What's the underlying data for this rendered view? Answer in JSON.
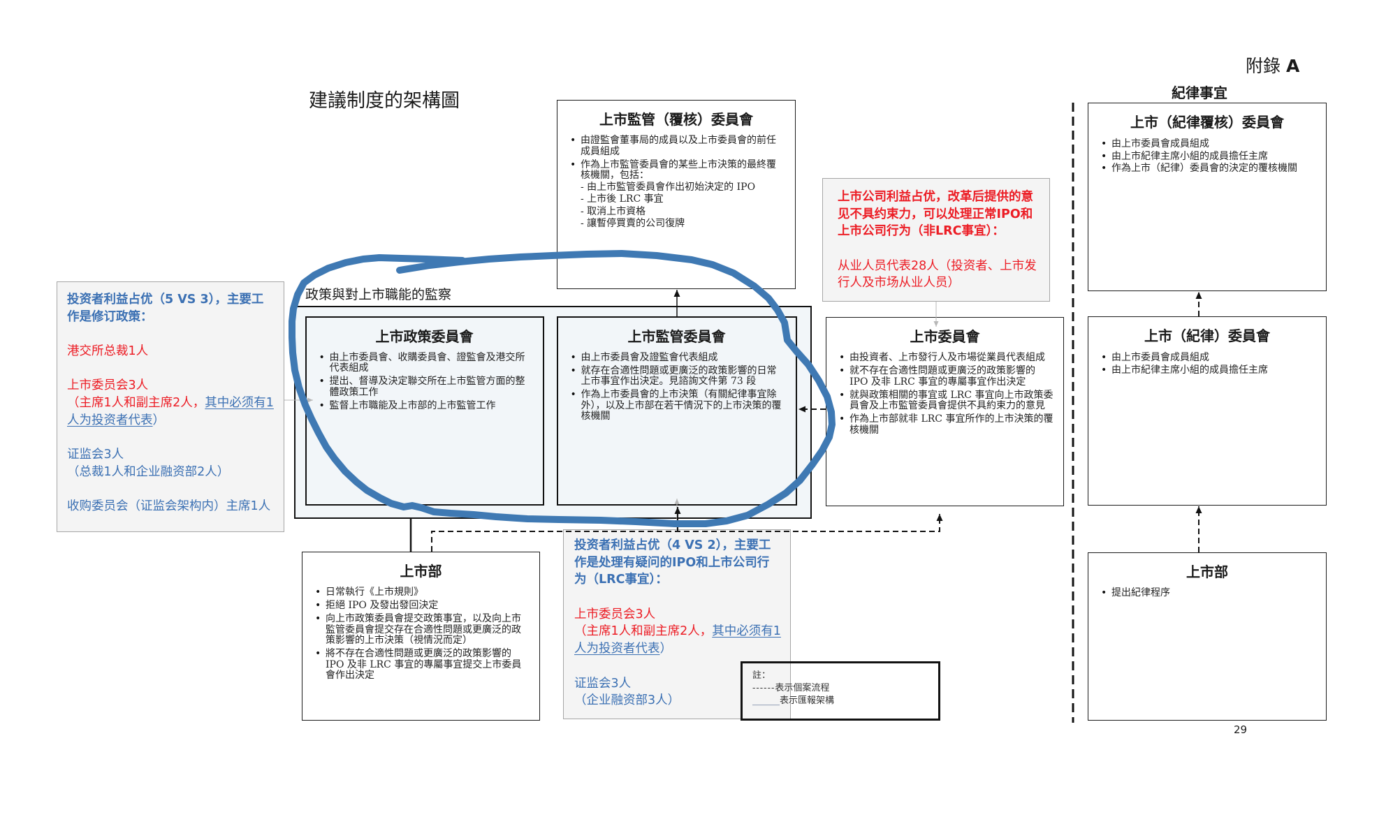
{
  "page": {
    "appendix_label": "附錄",
    "appendix_letter": "A",
    "title": "建議制度的架構圖",
    "page_number": "29"
  },
  "colors": {
    "annotation_stroke": "#3f79b3",
    "note_text_blue": "#3b70b3",
    "note_text_red": "#ec1c24",
    "note_background": "#f4f4f4",
    "note_border": "#a5a5a5",
    "policy_group_background": "#f2f6f9",
    "box_border": "#1a1a1a"
  },
  "headings": {
    "discipline_matters": "紀律事宜",
    "policy_group": "政策與對上市職能的監察"
  },
  "boxes": {
    "listing_review_committee": {
      "title": "上市監管（覆核）委員會",
      "bullets": [
        "由證監會董事局的成員以及上市委員會的前任成員組成",
        "作為上市監管委員會的某些上市決策的最終覆核機關，包括："
      ],
      "sub_items": [
        "- 由上市監管委員會作出初始決定的 IPO",
        "- 上市後 LRC 事宜",
        "- 取消上市資格",
        "- 讓暫停買賣的公司復牌"
      ]
    },
    "listing_policy_committee": {
      "title": "上市政策委員會",
      "bullets": [
        "由上市委員會、收購委員會、證監會及港交所代表組成",
        "提出、督導及決定聯交所在上市監管方面的整體政策工作",
        "監督上市職能及上市部的上市監管工作"
      ]
    },
    "listing_regulatory_committee": {
      "title": "上市監管委員會",
      "bullets": [
        "由上市委員會及證監會代表組成",
        "就存在合適性問題或更廣泛的政策影響的日常上市事宜作出決定。見諮詢文件第 73 段",
        "作為上市委員會的上市決策（有關紀律事宜除外），以及上市部在若干情況下的上市決策的覆核機關"
      ]
    },
    "listing_committee": {
      "title": "上市委員會",
      "bullets": [
        "由投資者、上市發行人及市場從業員代表組成",
        "就不存在合適性問題或更廣泛的政策影響的IPO 及非 LRC 事宜的專屬事宜作出決定",
        "就與政策相關的事宜或 LRC 事宜向上市政策委員會及上市監管委員會提供不具約束力的意見",
        "作為上市部就非 LRC 事宜所作的上市決策的覆核機關"
      ]
    },
    "listing_department": {
      "title": "上市部",
      "bullets": [
        "日常執行《上市規則》",
        "拒絕 IPO 及發出發回決定",
        "向上市政策委員會提交政策事宜，以及向上市監管委員會提交存在合適性問題或更廣泛的政策影響的上市決策（視情況而定）",
        "將不存在合適性問題或更廣泛的政策影響的IPO 及非 LRC 事宜的專屬事宜提交上市委員會作出決定"
      ]
    },
    "disciplinary_review_committee": {
      "title": "上市（紀律覆核）委員會",
      "bullets": [
        "由上市委員會成員組成",
        "由上市紀律主席小組的成員擔任主席",
        "作為上市（紀律）委員會的決定的覆核機關"
      ]
    },
    "disciplinary_committee": {
      "title": "上市（紀律）委員會",
      "bullets": [
        "由上市委員會成員組成",
        "由上市紀律主席小組的成員擔任主席"
      ]
    },
    "listing_department_discipline": {
      "title": "上市部",
      "bullets": [
        "提出紀律程序"
      ]
    }
  },
  "legend": {
    "heading": "註：",
    "items": [
      {
        "symbol": "------",
        "label": "表示個案流程"
      },
      {
        "symbol": "______",
        "label": "表示匯報架構"
      }
    ]
  },
  "annotations": {
    "policy_note": {
      "heading_lines": [
        "投资者利益占优（5 VS 3），主要工",
        "作是修订政策："
      ],
      "hkex_ceo": "港交所总裁1人",
      "listing_committee_count": "上市委员会3人",
      "listing_committee_detail": "（主席1人和副主席2人，",
      "investor_rep_lines": [
        "其中必须有1",
        "人为投资者代表"
      ],
      "listing_committee_detail_close": "）",
      "sfc_count": "证监会3人",
      "sfc_detail": "（总裁1人和企业融资部2人）",
      "takeovers_panel": "收购委员会（证监会架构内）主席1人"
    },
    "regulatory_note": {
      "heading_lines": [
        "投资者利益占优（4 VS 2），主要工",
        "作是处理有疑问的IPO和上市公司行",
        "为（LRC事宜）："
      ],
      "listing_committee_count": "上市委员会3人",
      "listing_committee_detail": "（主席1人和副主席2人，",
      "investor_rep_lines": [
        "其中必须有1",
        "人为投资者代表"
      ],
      "listing_committee_detail_close": "）",
      "sfc_count": "证监会3人",
      "sfc_detail": "（企业融资部3人）"
    },
    "listing_committee_note": {
      "heading_lines": [
        "上市公司利益占优，改革后提供的意",
        "见不具约束力，可以处理正常IPO和",
        "上市公司行为（非LRC事宜）："
      ],
      "member_lines": [
        "从业人员代表28人（投资者、上市发",
        "行人及市场从业人员）"
      ]
    }
  }
}
